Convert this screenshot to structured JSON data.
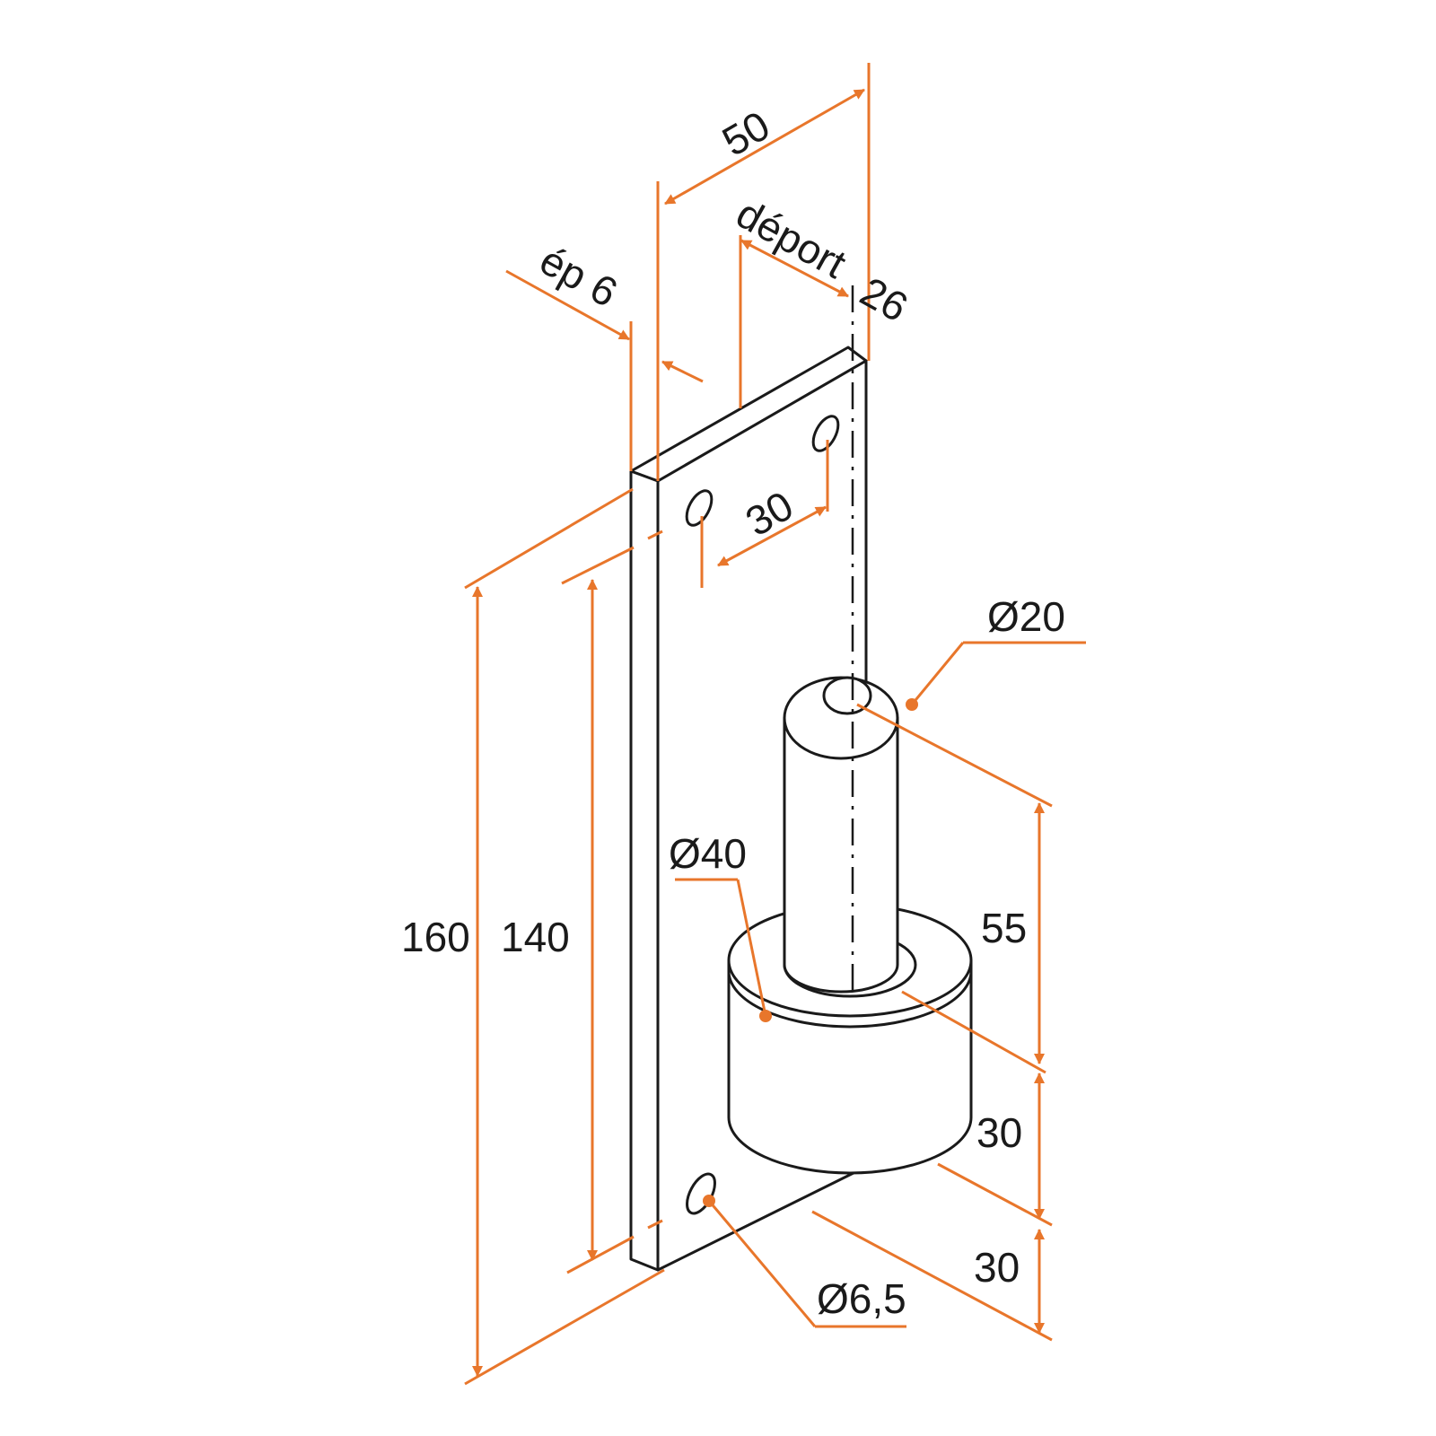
{
  "colors": {
    "dimension": "#e8762b",
    "part": "#1a1a1a",
    "background": "#ffffff"
  },
  "dimensions": {
    "width": "50",
    "offset_label": "déport",
    "offset_value": "26",
    "thickness": "ép 6",
    "hole_spacing": "30",
    "pin_diameter": "Ø20",
    "collar_diameter": "Ø40",
    "plate_height": "160",
    "hole_pitch": "140",
    "pin_length": "55",
    "collar_height": "30",
    "base_offset": "30",
    "hole_diameter": "Ø6,5"
  }
}
